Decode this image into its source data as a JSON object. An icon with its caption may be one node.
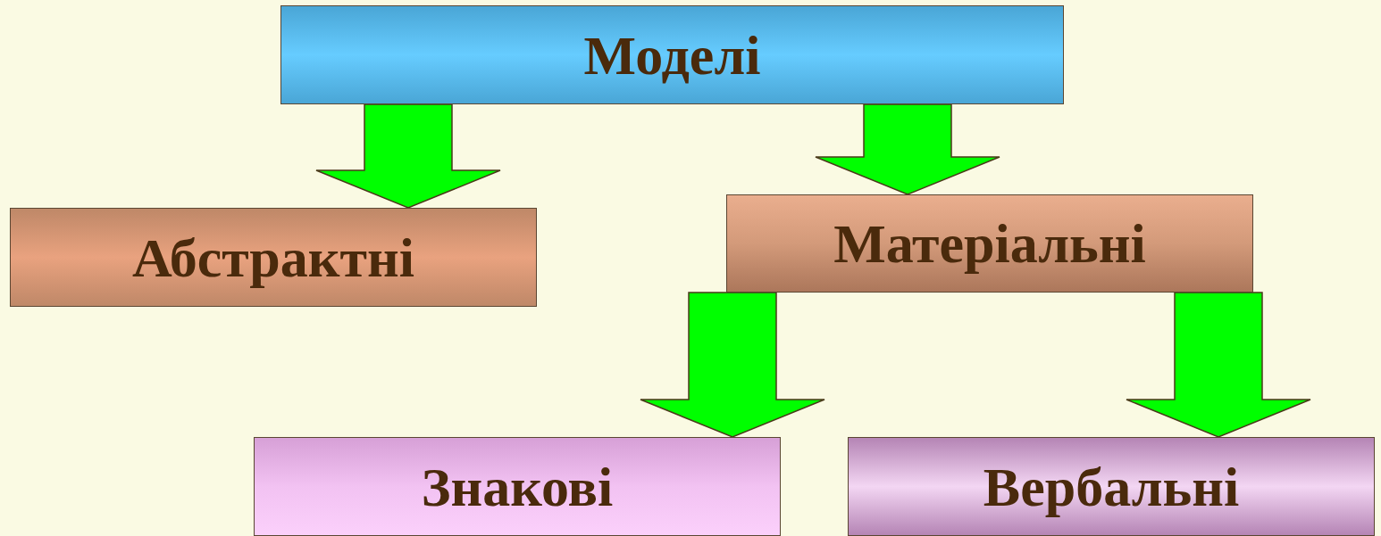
{
  "diagram": {
    "nodes": [
      {
        "text": [
          "Моделі"
        ]
      },
      {
        "text": [
          "Абстрактні"
        ]
      },
      {
        "text": [
          "Матеріальні"
        ]
      },
      {
        "text": [
          "Знакові"
        ]
      },
      {
        "text": [
          "Вербальні"
        ]
      }
    ],
    "edges": [
      {
        "from": 0,
        "to": 1,
        "arrow": "to",
        "style": "thick"
      },
      {
        "from": 0,
        "to": 2,
        "arrow": "to",
        "style": "thick"
      },
      {
        "from": 2,
        "to": 3,
        "arrow": "to",
        "style": "thick"
      },
      {
        "from": 2,
        "to": 4,
        "arrow": "to",
        "style": "thick"
      }
    ]
  }
}
